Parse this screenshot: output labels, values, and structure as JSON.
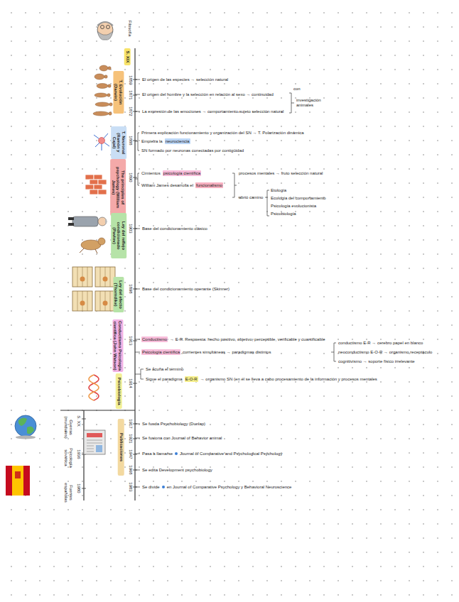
{
  "diagram": {
    "nodes": [
      {
        "text": [
          "S. XIX"
        ]
      },
      {
        "text": [
          "T. Evolución (Darwin)"
        ]
      },
      {
        "text": [
          "T. Neuronal (Ramón y Cajal)"
        ]
      },
      {
        "text": [
          "The principles of psychology (William James)"
        ]
      },
      {
        "text": [
          "Ley del reflejo condicionado (Pavlov)"
        ]
      },
      {
        "text": [
          "Ley del efecto (Thorndike)"
        ]
      },
      {
        "text": [
          "Conductismo Psicología científica (John Watson)"
        ]
      },
      {
        "text": [
          "Psicobiología"
        ]
      },
      {
        "text": [
          "Publicaciones"
        ]
      }
    ],
    "labels": [
      "Filosofía",
      "1859",
      "1871",
      "1872",
      "1888",
      "1890",
      "1903",
      "1898",
      "1913",
      "1914",
      "1917",
      "1921",
      "1947",
      "1968",
      "1983",
      "S. XX",
      "Guerras (mundiales)",
      "1936",
      "Psicología soviética",
      "1980",
      "Fuentes españolas",
      "El origen de las especies → selección natural",
      "El origen del hombre y la selección en relación al sexo → continuidad",
      "La expresión de las emociones → comportamiento sujeto selección natural",
      "con",
      "investigación animales",
      "Primera explicación funcionamiento y organización del SN → T. Polarización dinámica",
      "Empieza la",
      "neurociencia",
      "SN formado por neuronas conectadas por contigüidad",
      "Cimientos",
      "psicología científica",
      "William James desarrolla el",
      "funcionalismo",
      "procesos mentales → fruto selección natural",
      "abrió camino",
      "Etología",
      "Ecología del comportamiento",
      "Psicología evolucionista",
      "Psicobiología",
      "Base del condicionamiento clásico",
      "Base del condicionamiento operante (Skinner)",
      "Conductismo",
      "→ E-R. Respuesta: hecho positivo, objetivo, perceptible, verificable y cuantificable",
      "Psicología científica",
      "corrientes simultáneas → paradigmas distintos",
      "conductismo E-R → cerebro papel en blanco",
      "neoconductismo E-O-R → organismo receptáculo",
      "cognitivismo → soporte físico irrelevante",
      "Se acuña el término",
      "Sigue el paradigma",
      "E-O-R",
      "→ organismo SN (en él se lleva a cabo procesamiento de la información y procesos mentales",
      "Se funda Psychobiology (Dunlap)",
      "Se fusiona con Journal of Behavior animal",
      "Pasa a llamarse",
      "Journal of Comparative and Psychological Psychology",
      "Se edita Development psychobiology",
      "Se divide",
      "en Journal of Comparative Psychology y Behavioral Neuroscience"
    ]
  }
}
